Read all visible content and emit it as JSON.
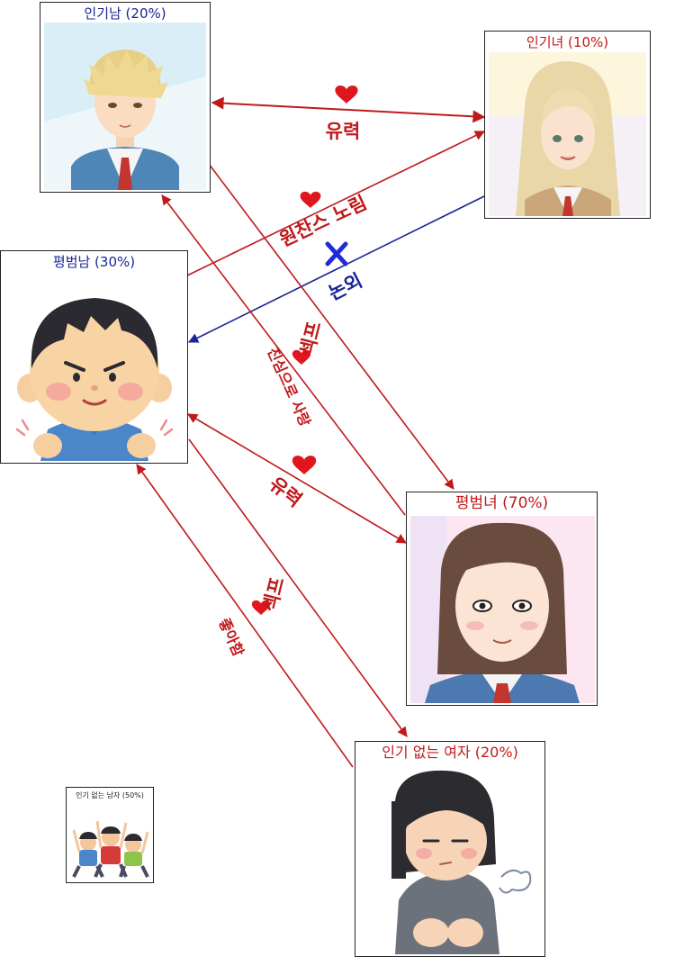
{
  "colors": {
    "red": "#c0191c",
    "blue": "#1a2596",
    "heart": "#e0151e",
    "cross": "#1f2bd6"
  },
  "nodes": {
    "popular_man": {
      "label": "인기남 (20%)"
    },
    "popular_woman": {
      "label": "인기녀 (10%)"
    },
    "average_man": {
      "label": "평범남 (30%)"
    },
    "average_woman": {
      "label": "평범녀 (70%)"
    },
    "unpopular_woman": {
      "label": "인기 없는 여자 (20%)"
    },
    "unpopular_man": {
      "label": "인기 없는 남자 (50%)"
    }
  },
  "edges": {
    "popular_pair": "유력",
    "long_shot": "원찬스 노림",
    "out_of_question": "논외",
    "sex_popular_man": "섹프",
    "sincere_love": "진심으로 사랑",
    "average_pair": "유력",
    "sex_average_man": "섹프",
    "likes": "좋아함"
  }
}
